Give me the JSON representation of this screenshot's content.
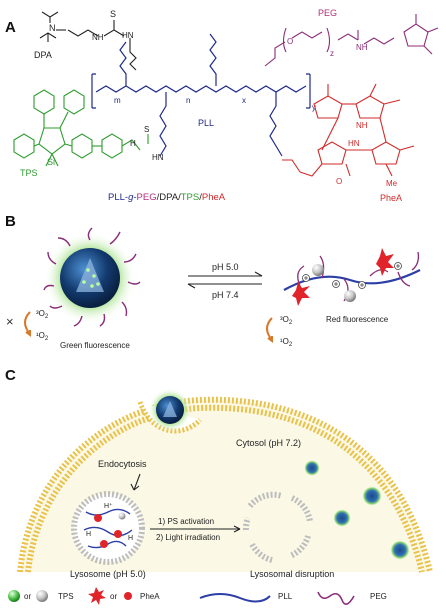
{
  "panel_a": {
    "label": "A",
    "dpa": "DPA",
    "peg": "PEG",
    "pll": "PLL",
    "tps": "TPS",
    "phea": "PheA",
    "si": "Si",
    "n": "N",
    "s": "S",
    "o": "O",
    "h": "H",
    "me": "Me",
    "nh": "NH",
    "hn": "HN",
    "z": "z",
    "m": "m",
    "n_sub": "n",
    "x": "x",
    "y": "y",
    "polymer": {
      "p1": "PLL-",
      "p2": "g",
      "p3": "-",
      "p4": "PEG",
      "p5": "/",
      "p6": "DPA",
      "p7": "/",
      "p8": "TPS",
      "p9": "/",
      "p10": "PheA"
    }
  },
  "panel_b": {
    "label": "B",
    "ph_top": "pH 5.0",
    "ph_bottom": "pH 7.4",
    "green_caption": "Green fluorescence",
    "red_caption": "Red fluorescence",
    "o2_triplet": "³O",
    "o2_singlet": "¹O",
    "sub2": "2",
    "cross": "×"
  },
  "panel_c": {
    "label": "C",
    "cytosol": "Cytosol (pH 7.2)",
    "endocytosis": "Endocytosis",
    "step1": "1) PS activation",
    "step2": "2) Light irradiation",
    "lysosome": "Lysosome (pH 5.0)",
    "disruption": "Lysosomal disruption",
    "h_plus": "H⁺",
    "h": "H"
  },
  "legend": {
    "or1": "or",
    "tps": "TPS",
    "or2": "or",
    "phea": "PheA",
    "pll": "PLL",
    "peg": "PEG"
  },
  "colors": {
    "dpa_text": "#222222",
    "peg_text": "#b0307a",
    "pll_text": "#1f2a8a",
    "tps_text": "#2e9b2e",
    "phea_text": "#d12a2a",
    "membrane_head": "#e8c24a",
    "chain_blue": "#2c3fa6",
    "peg_purple": "#8a2d78",
    "micelle_glow": "#7fd36a"
  }
}
